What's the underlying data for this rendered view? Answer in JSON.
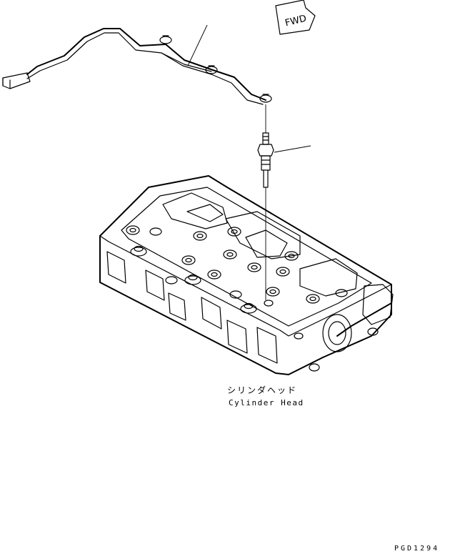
{
  "labels": {
    "part_jp": "シリンダヘッド",
    "part_en": "Cylinder Head",
    "fwd": "FWD",
    "drawing_code": "PGD1294"
  }
}
